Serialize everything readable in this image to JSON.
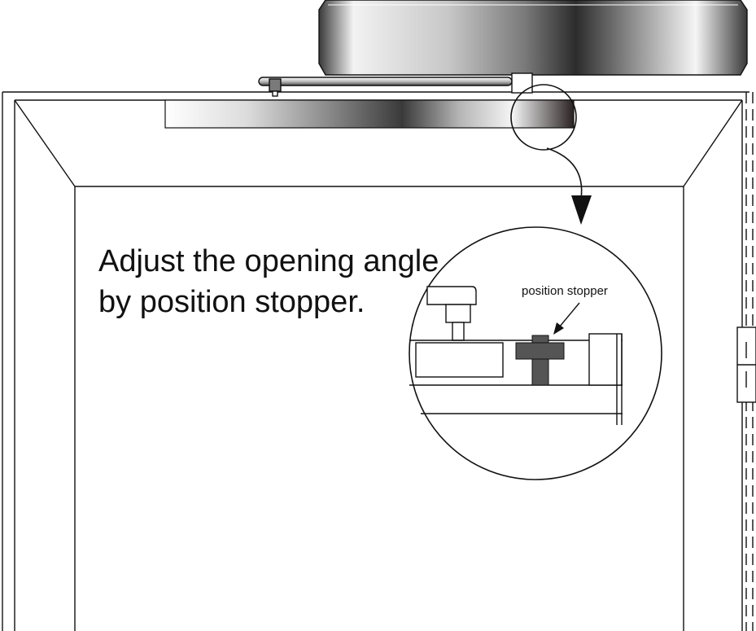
{
  "instruction": {
    "line1": "Adjust the opening angle",
    "line2": "by position stopper."
  },
  "callout": {
    "label": "position stopper"
  },
  "colors": {
    "stroke": "#111111",
    "stopper": "#555555",
    "background": "#ffffff"
  }
}
